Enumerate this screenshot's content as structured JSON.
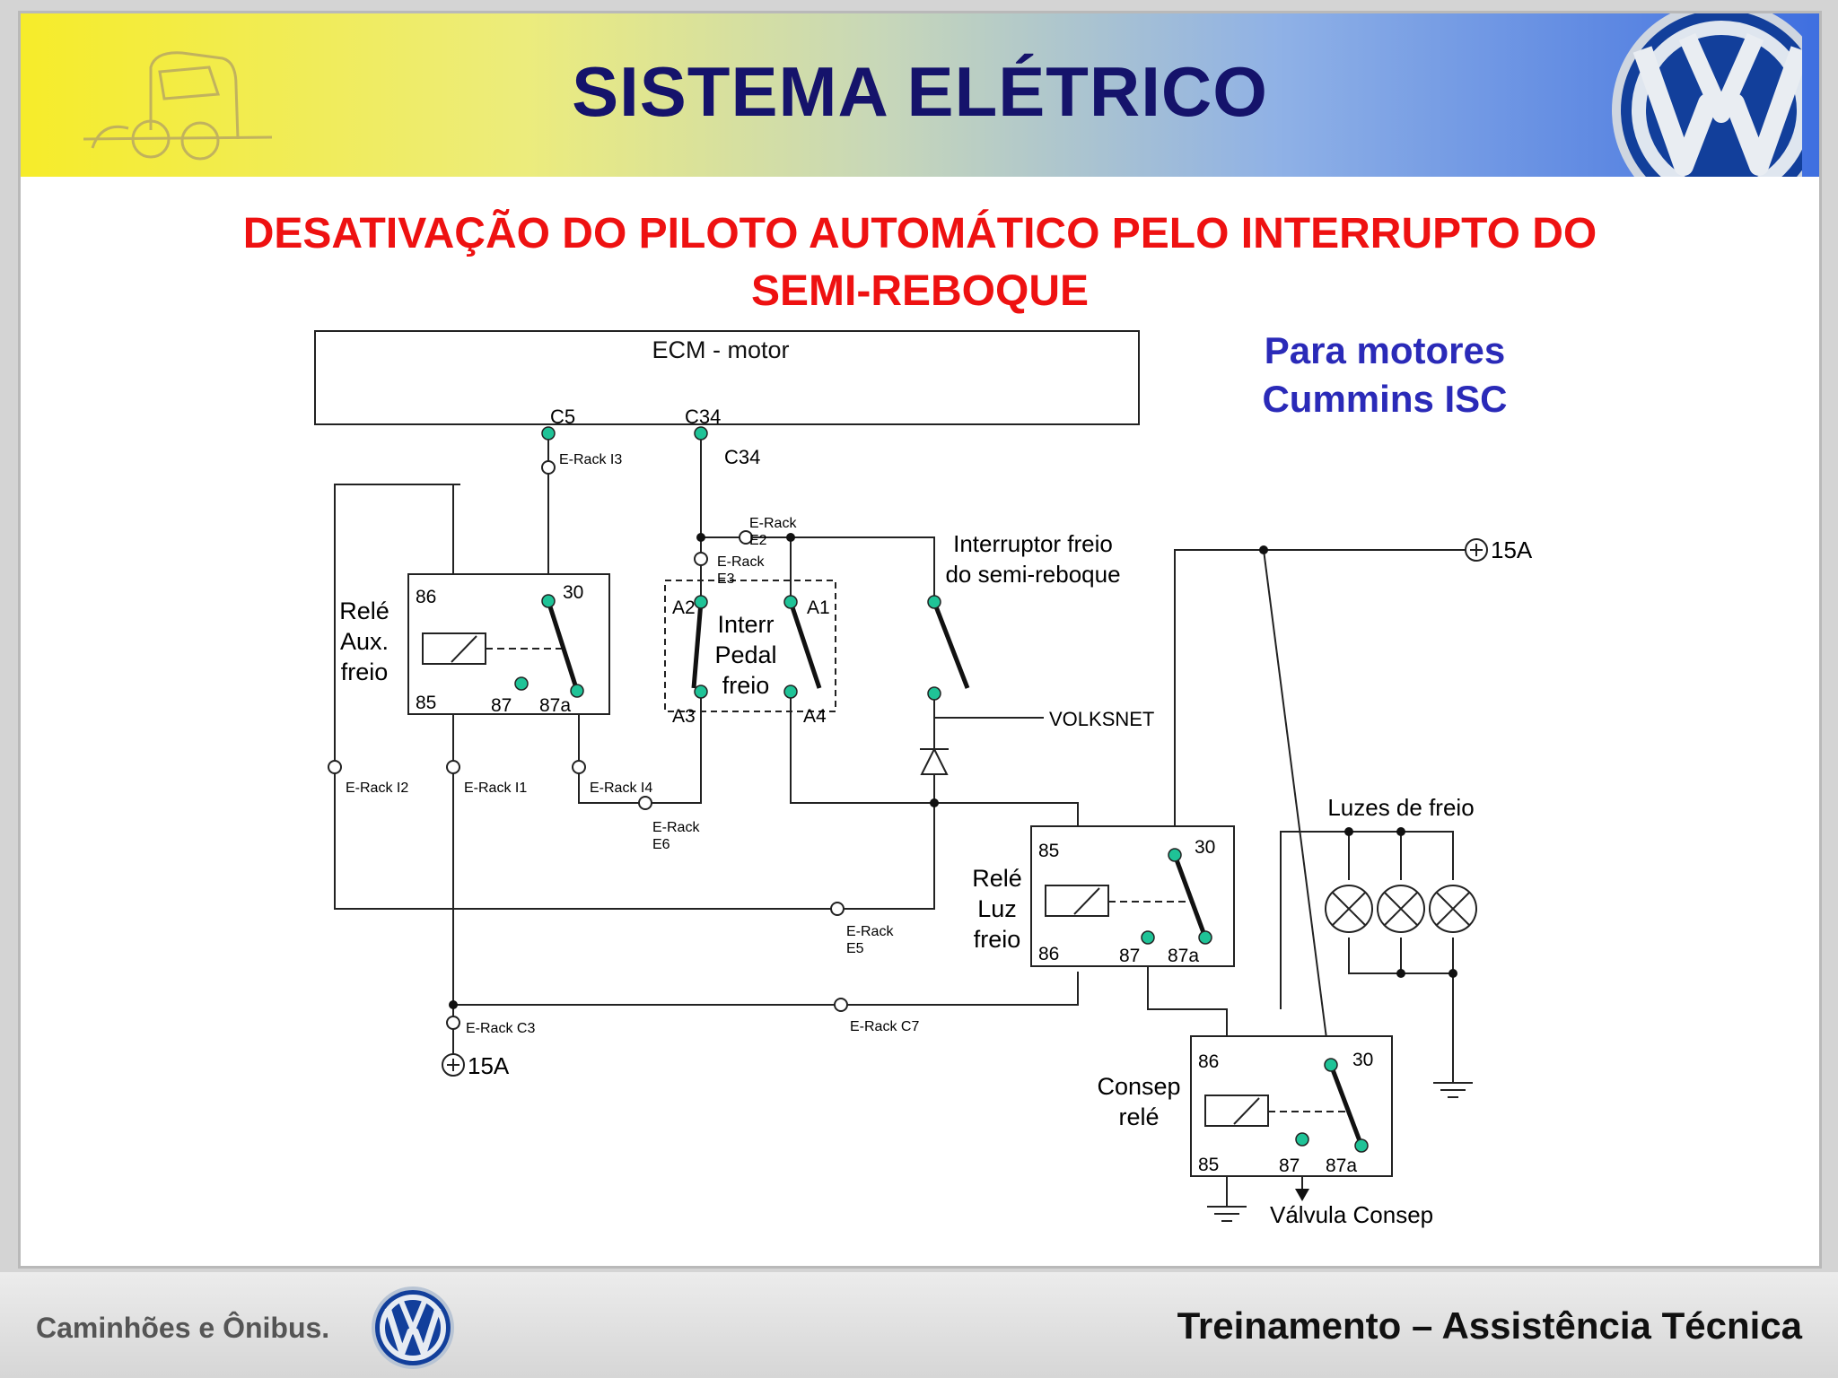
{
  "title": "SISTEMA ELÉTRICO",
  "subtitle": {
    "line1": "DESATIVAÇÃO DO PILOTO AUTOMÁTICO PELO INTERRUPTO DO",
    "line2": "SEMI-REBOQUE"
  },
  "note": {
    "line1": "Para motores",
    "line2": "Cummins ISC"
  },
  "logos": {
    "top": "vw-logo",
    "bottom": "vw-logo",
    "truck": "truck-sketch"
  },
  "diagram": {
    "ecm": "ECM - motor",
    "pins": {
      "c5": "C5",
      "c34": "C34",
      "c34_side": "C34"
    },
    "rack": {
      "i3": "E-Rack I3",
      "e2a": "E-Rack",
      "e2b": "E2",
      "e3a": "E-Rack",
      "e3b": "E3",
      "i2": "E-Rack I2",
      "i1": "E-Rack I1",
      "i4": "E-Rack I4",
      "e6a": "E-Rack",
      "e6b": "E6",
      "e5a": "E-Rack",
      "e5b": "E5",
      "c3": "E-Rack C3",
      "c7": "E-Rack C7"
    },
    "relay_aux": {
      "l1": "Relé",
      "l2": "Aux.",
      "l3": "freio",
      "p86": "86",
      "p85": "85",
      "p30": "30",
      "p87": "87",
      "p87a": "87a"
    },
    "pedal": {
      "l1": "Interr",
      "l2": "Pedal",
      "l3": "freio",
      "a1": "A1",
      "a2": "A2",
      "a3": "A3",
      "a4": "A4"
    },
    "trailer_switch": {
      "l1": "Interruptor freio",
      "l2": "do semi-reboque"
    },
    "volksnet": "VOLKSNET",
    "supply_right": "15A",
    "supply_left": "15A",
    "relay_luz": {
      "l1": "Relé",
      "l2": "Luz",
      "l3": "freio",
      "p85": "85",
      "p86": "86",
      "p30": "30",
      "p87": "87",
      "p87a": "87a"
    },
    "lights": "Luzes de freio",
    "consep": {
      "l1": "Consep",
      "l2": "relé",
      "p86": "86",
      "p85": "85",
      "p30": "30",
      "p87": "87",
      "p87a": "87a"
    },
    "valve": "Válvula Consep"
  },
  "footer": {
    "left": "Caminhões e Ônibus.",
    "right": "Treinamento – Assistência Técnica"
  },
  "colors": {
    "title": "#15136b",
    "subtitle": "#ee1111",
    "note": "#2a2ab8",
    "terminal": "#1fc397"
  }
}
